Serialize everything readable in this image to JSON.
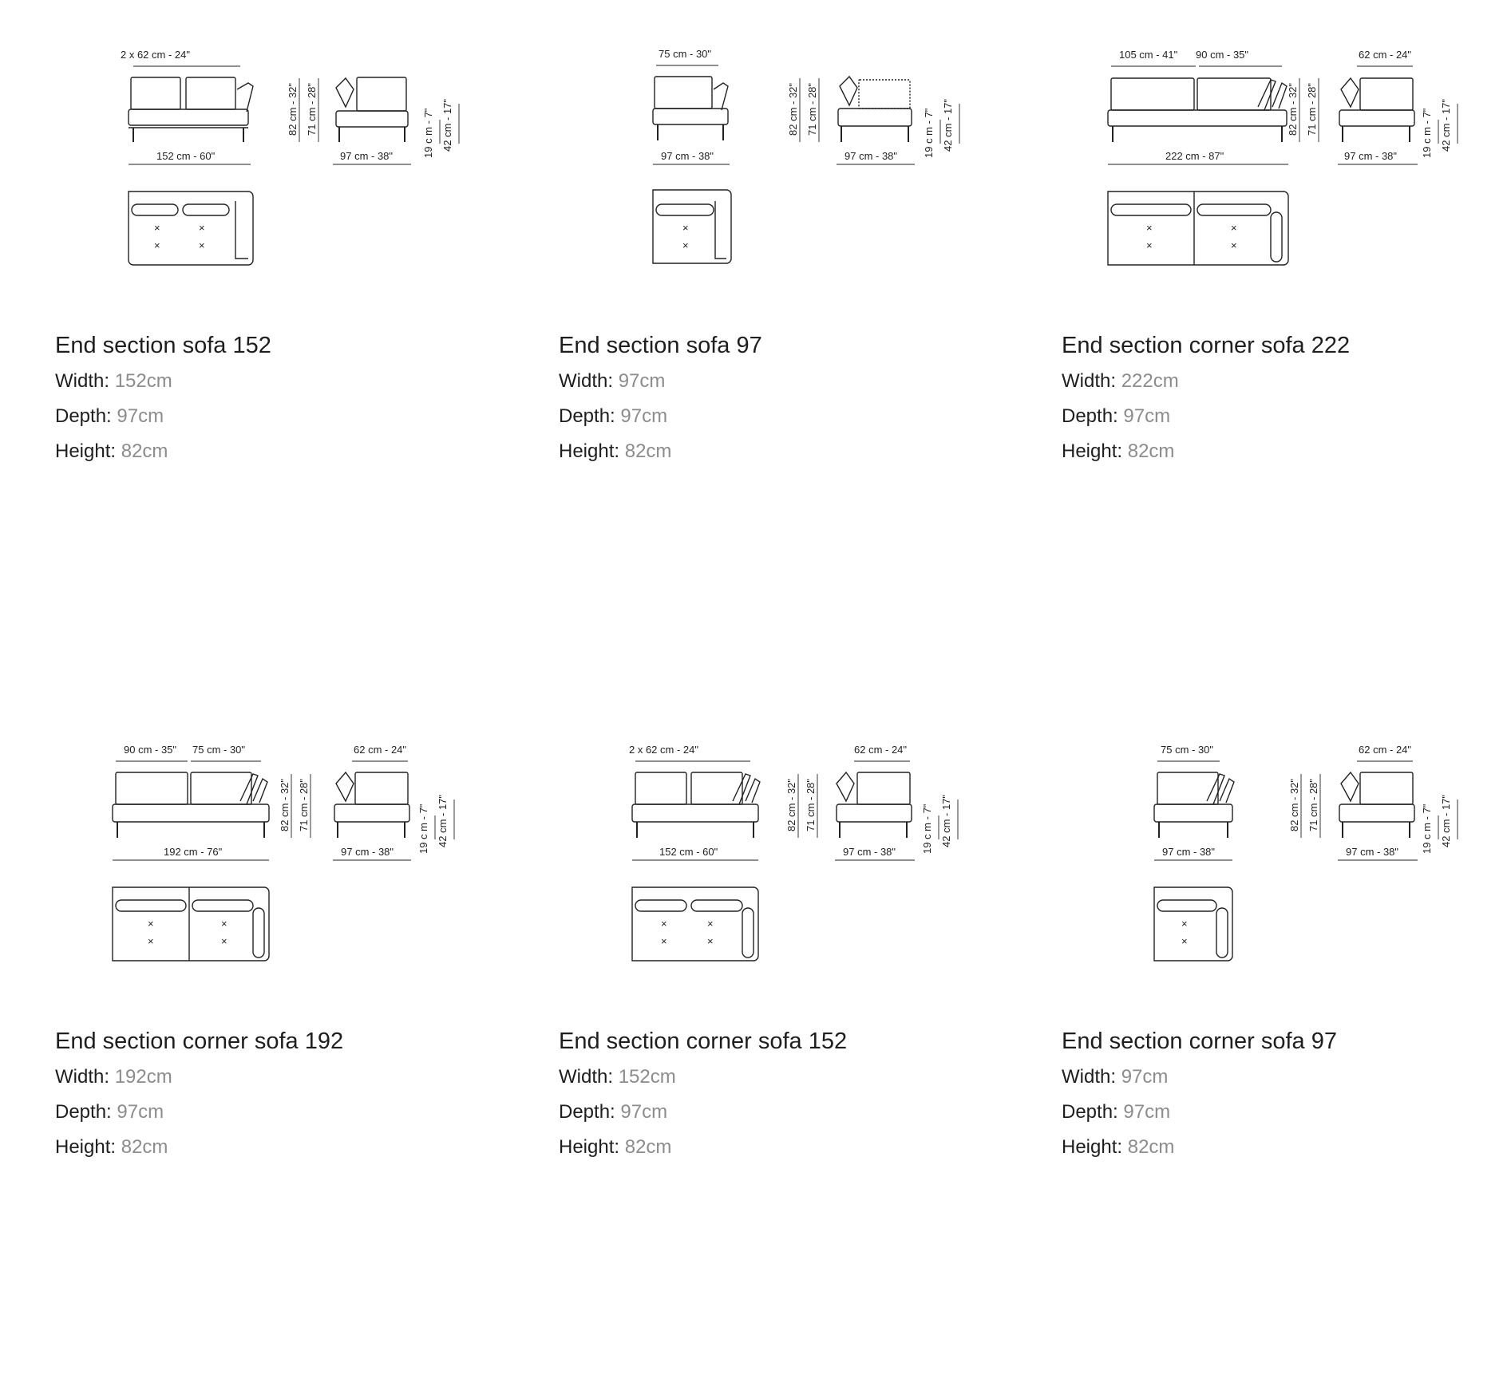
{
  "products": [
    {
      "title": "End section sofa 152",
      "specs": [
        {
          "label": "Width:",
          "value": "152cm"
        },
        {
          "label": "Depth:",
          "value": "97cm"
        },
        {
          "label": "Height:",
          "value": "82cm"
        }
      ],
      "drawing": {
        "seg_labels": [
          "2 x 62 cm -  24\""
        ],
        "front_width": "152 cm -  60\"",
        "side_depth": "97 cm -  38\"",
        "height_total": "82 cm -  32\"",
        "height_back": "71 cm -  28\"",
        "seat_h": "19 c m -  7\"",
        "seat_total": "42 cm -  17\"",
        "side_seg": ""
      }
    },
    {
      "title": "End section sofa 97",
      "specs": [
        {
          "label": "Width:",
          "value": "97cm"
        },
        {
          "label": "Depth:",
          "value": "97cm"
        },
        {
          "label": "Height:",
          "value": "82cm"
        }
      ],
      "drawing": {
        "seg_labels": [
          "75 cm -  30\""
        ],
        "front_width": "97 cm -  38\"",
        "side_depth": "97 cm -  38\"",
        "height_total": "82 cm -  32\"",
        "height_back": "71 cm -  28\"",
        "seat_h": "19 c m -  7\"",
        "seat_total": "42 cm -  17\"",
        "side_seg": ""
      }
    },
    {
      "title": "End section corner sofa 222",
      "specs": [
        {
          "label": "Width:",
          "value": "222cm"
        },
        {
          "label": "Depth:",
          "value": "97cm"
        },
        {
          "label": "Height:",
          "value": "82cm"
        }
      ],
      "drawing": {
        "seg_labels": [
          "105 cm -  41\"",
          "90 cm -  35\""
        ],
        "front_width": "222 cm -  87\"",
        "side_depth": "97 cm -  38\"",
        "height_total": "82 cm -  32\"",
        "height_back": "71 cm -  28\"",
        "seat_h": "19 c m -  7\"",
        "seat_total": "42 cm -  17\"",
        "side_seg": "62 cm -  24\""
      }
    },
    {
      "title": "End section corner sofa 192",
      "specs": [
        {
          "label": "Width:",
          "value": "192cm"
        },
        {
          "label": "Depth:",
          "value": "97cm"
        },
        {
          "label": "Height:",
          "value": "82cm"
        }
      ],
      "drawing": {
        "seg_labels": [
          "90 cm -  35\"",
          "75 cm -  30\""
        ],
        "front_width": "192 cm -  76\"",
        "side_depth": "97 cm -  38\"",
        "height_total": "82 cm -  32\"",
        "height_back": "71 cm -  28\"",
        "seat_h": "19 c m -  7\"",
        "seat_total": "42 cm -  17\"",
        "side_seg": "62 cm -  24\""
      }
    },
    {
      "title": "End section corner sofa 152",
      "specs": [
        {
          "label": "Width:",
          "value": "152cm"
        },
        {
          "label": "Depth:",
          "value": "97cm"
        },
        {
          "label": "Height:",
          "value": "82cm"
        }
      ],
      "drawing": {
        "seg_labels": [
          "2 x 62 cm -  24\""
        ],
        "front_width": "152 cm -  60\"",
        "side_depth": "97 cm -  38\"",
        "height_total": "82 cm -  32\"",
        "height_back": "71 cm -  28\"",
        "seat_h": "19 c m -  7\"",
        "seat_total": "42 cm -  17\"",
        "side_seg": "62 cm -  24\""
      }
    },
    {
      "title": "End section corner sofa 97",
      "specs": [
        {
          "label": "Width:",
          "value": "97cm"
        },
        {
          "label": "Depth:",
          "value": "97cm"
        },
        {
          "label": "Height:",
          "value": "82cm"
        }
      ],
      "drawing": {
        "seg_labels": [
          "75 cm -  30\""
        ],
        "front_width": "97 cm -  38\"",
        "side_depth": "97 cm -  38\"",
        "height_total": "82 cm -  32\"",
        "height_back": "71 cm -  28\"",
        "seat_h": "19 c m -  7\"",
        "seat_total": "42 cm -  17\"",
        "side_seg": "62 cm -  24\""
      }
    }
  ]
}
